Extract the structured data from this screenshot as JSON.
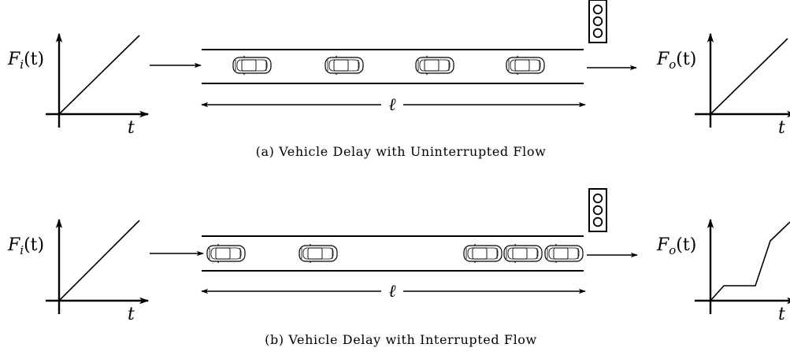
{
  "panels": [
    {
      "caption": "(a) Vehicle Delay with Uninterrupted Flow",
      "input_label": "F_i(t)",
      "input_label_main": "F",
      "input_label_sub": "i",
      "input_label_paren": "(t)",
      "output_label_main": "F",
      "output_label_sub": "o",
      "output_label_paren": "(t)",
      "axis_label": "t",
      "length_label": "ℓ",
      "cars": 4,
      "signal": "traffic-light"
    },
    {
      "caption": "(b) Vehicle Delay with Interrupted Flow",
      "input_label_main": "F",
      "input_label_sub": "i",
      "input_label_paren": "(t)",
      "output_label_main": "F",
      "output_label_sub": "o",
      "output_label_paren": "(t)",
      "axis_label": "t",
      "length_label": "ℓ",
      "cars": 5,
      "signal": "traffic-light"
    }
  ]
}
